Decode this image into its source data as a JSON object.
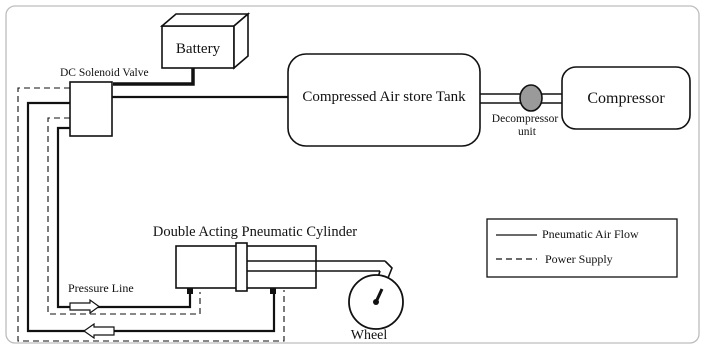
{
  "labels": {
    "battery": "Battery",
    "solenoid": "DC Solenoid Valve",
    "tank": "Compressed Air store Tank",
    "compressor": "Compressor",
    "decompressor_line1": "Decompressor",
    "decompressor_line2": "unit",
    "cylinder": "Double Acting Pneumatic Cylinder",
    "pressure_line": "Pressure Line",
    "wheel": "Wheel"
  },
  "legend": {
    "air_flow": "Pneumatic Air Flow",
    "power_supply": "Power Supply"
  },
  "colors": {
    "line": "#111111",
    "frame": "#bdbdbd",
    "decompressor_fill": "#9a9a9a"
  }
}
